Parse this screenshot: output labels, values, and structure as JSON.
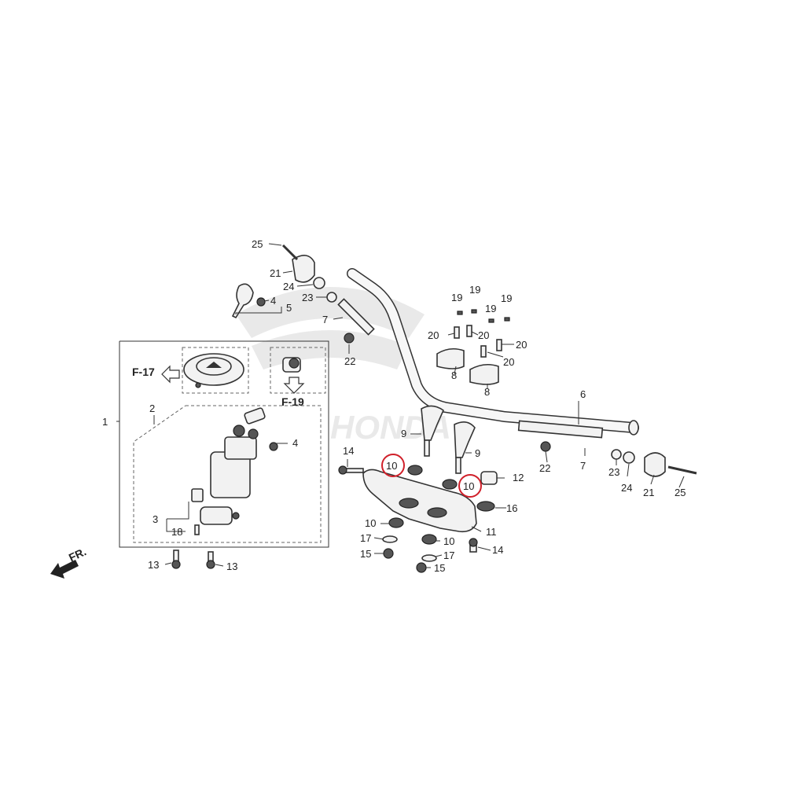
{
  "labels": {
    "p1": "1",
    "p2": "2",
    "p3": "3",
    "p4a": "4",
    "p4b": "4",
    "p5": "5",
    "p6": "6",
    "p7a": "7",
    "p7b": "7",
    "p8a": "8",
    "p8b": "8",
    "p9a": "9",
    "p9b": "9",
    "p10a": "10",
    "p10b": "10",
    "p10c": "10",
    "p10d": "10",
    "p11": "11",
    "p12": "12",
    "p13a": "13",
    "p13b": "13",
    "p14a": "14",
    "p14b": "14",
    "p15a": "15",
    "p15b": "15",
    "p16": "16",
    "p17a": "17",
    "p17b": "17",
    "p18": "18",
    "p19a": "19",
    "p19b": "19",
    "p19c": "19",
    "p19d": "19",
    "p20a": "20",
    "p20b": "20",
    "p20c": "20",
    "p20d": "20",
    "p21a": "21",
    "p21b": "21",
    "p22a": "22",
    "p22b": "22",
    "p23a": "23",
    "p23b": "23",
    "p24a": "24",
    "p24b": "24",
    "p25a": "25",
    "p25b": "25"
  },
  "refs": {
    "f17": "F-17",
    "f19": "F-19"
  },
  "front": "FR.",
  "watermark": "HONDA",
  "highlight_color": "#d0202a"
}
